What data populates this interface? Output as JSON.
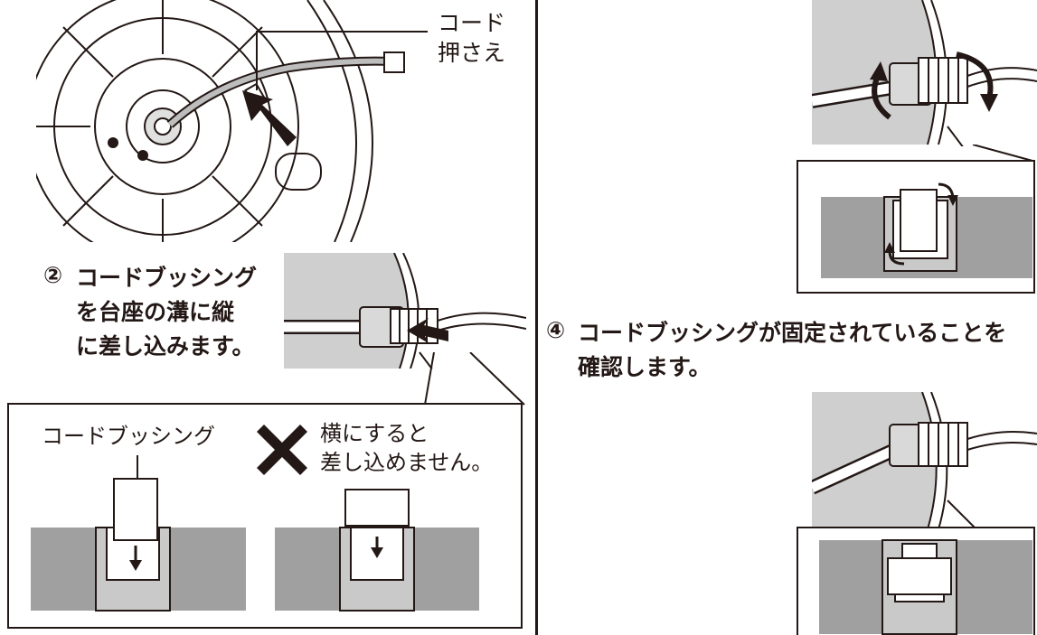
{
  "left": {
    "cord_retainer_label": [
      "コード",
      "押さえ"
    ],
    "step2": {
      "number": "②",
      "lines": [
        "コードブッシング",
        "を台座の溝に縦",
        "に差し込みます。"
      ]
    },
    "inset": {
      "bushing_label": "コードブッシング",
      "warning_lines": [
        "横にすると",
        "差し込めません。"
      ]
    }
  },
  "right": {
    "step4": {
      "number": "④",
      "lines": [
        "コードブッシングが固定されていることを",
        "確認します。"
      ]
    }
  },
  "icons": [
    "cross-mark-icon",
    "down-arrow-icon",
    "rotate-arrow-icon",
    "push-arrow-icon"
  ],
  "colors": {
    "ink": "#231815",
    "groove_gray": "#a0a0a0",
    "panel_gray": "#c9c9c9"
  }
}
